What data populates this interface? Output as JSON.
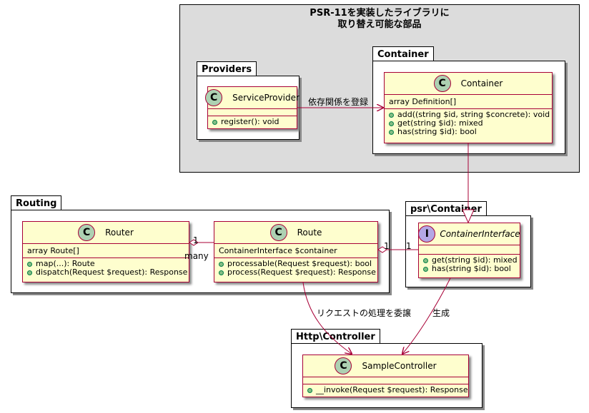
{
  "frame": {
    "title_line1": "PSR-11を実装したライブラリに",
    "title_line2": "取り替え可能な部品"
  },
  "packages": {
    "providers": "Providers",
    "container": "Container",
    "routing": "Routing",
    "psr_container": "psr\\Container",
    "http_controller": "Http\\Controller"
  },
  "classes": {
    "service_provider": {
      "stereotype": "C",
      "name": "ServiceProvider",
      "fields": "",
      "methods": [
        "register(): void"
      ]
    },
    "container": {
      "stereotype": "C",
      "name": "Container",
      "fields": "array Definition[]",
      "methods": [
        "add((string $id, string $concrete): void",
        "get(string $id): mixed",
        "has(string $id): bool"
      ]
    },
    "router": {
      "stereotype": "C",
      "name": "Router",
      "fields": "array Route[]",
      "methods": [
        "map(...): Route",
        "dispatch(Request $request): Response"
      ]
    },
    "route": {
      "stereotype": "C",
      "name": "Route",
      "fields": "ContainerInterface $container",
      "methods": [
        "processable(Request $request): bool",
        "process(Request $request): Response"
      ]
    },
    "container_interface": {
      "stereotype": "I",
      "name": "ContainerInterface",
      "fields": "",
      "methods": [
        "get(string $id): mixed",
        "has(string $id): bool"
      ]
    },
    "sample_controller": {
      "stereotype": "C",
      "name": "SampleController",
      "fields": "",
      "methods": [
        "__invoke(Request $request): Response"
      ]
    }
  },
  "edges": {
    "provider_to_container": "依存関係を登録",
    "router_route_left": "1",
    "router_route_right": "many",
    "route_iface_left": "1",
    "route_iface_right": "1",
    "route_to_controller": "リクエストの処理を委譲",
    "iface_to_controller": "生成"
  }
}
